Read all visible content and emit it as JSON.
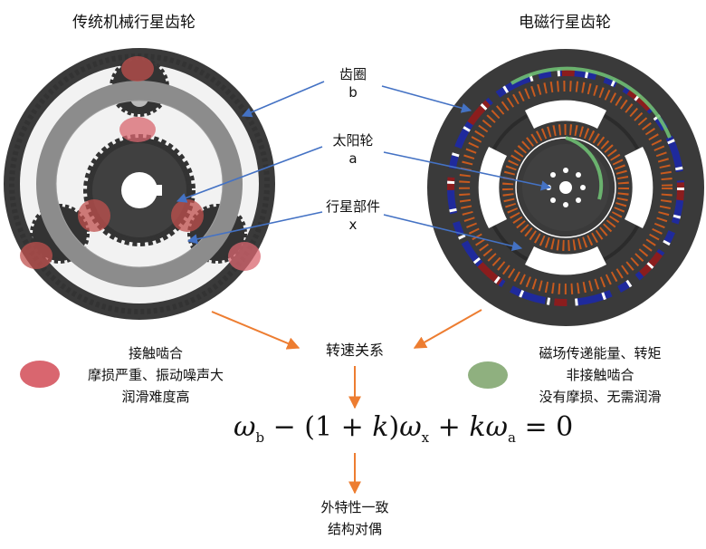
{
  "titles": {
    "left": "传统机械行星齿轮",
    "right": "电磁行星齿轮"
  },
  "labels": {
    "ring": {
      "name": "齿圈",
      "symbol": "b"
    },
    "sun": {
      "name": "太阳轮",
      "symbol": "a"
    },
    "planet": {
      "name": "行星部件",
      "symbol": "x"
    }
  },
  "center": {
    "speed_relation": "转速关系",
    "formula": {
      "omega": "ω",
      "sub_b": "b",
      "minus": " − (1 + ",
      "k1": "k",
      "close": ")",
      "sub_x": "x",
      "plus": " + ",
      "k2": "k",
      "sub_a": "a",
      "equals": " = 0"
    },
    "result_line1": "外特性一致",
    "result_line2": "结构对偶"
  },
  "left_desc": [
    "接触啮合",
    "摩损严重、振动噪声大",
    "润滑难度高"
  ],
  "right_desc": [
    "磁场传递能量、转矩",
    "非接触啮合",
    "没有摩损、无需润滑"
  ],
  "colors": {
    "contact": "#d9666f",
    "noncontact": "#8fb07f",
    "arrow_blue": "#4472c4",
    "arrow_orange": "#ed7d31"
  }
}
